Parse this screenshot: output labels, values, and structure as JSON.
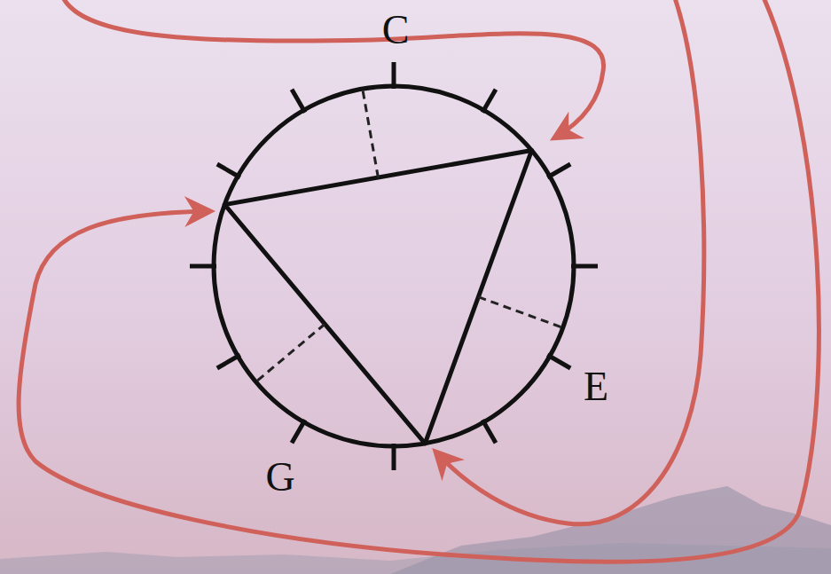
{
  "diagram": {
    "labels": [
      "C",
      "E",
      "G"
    ]
  }
}
